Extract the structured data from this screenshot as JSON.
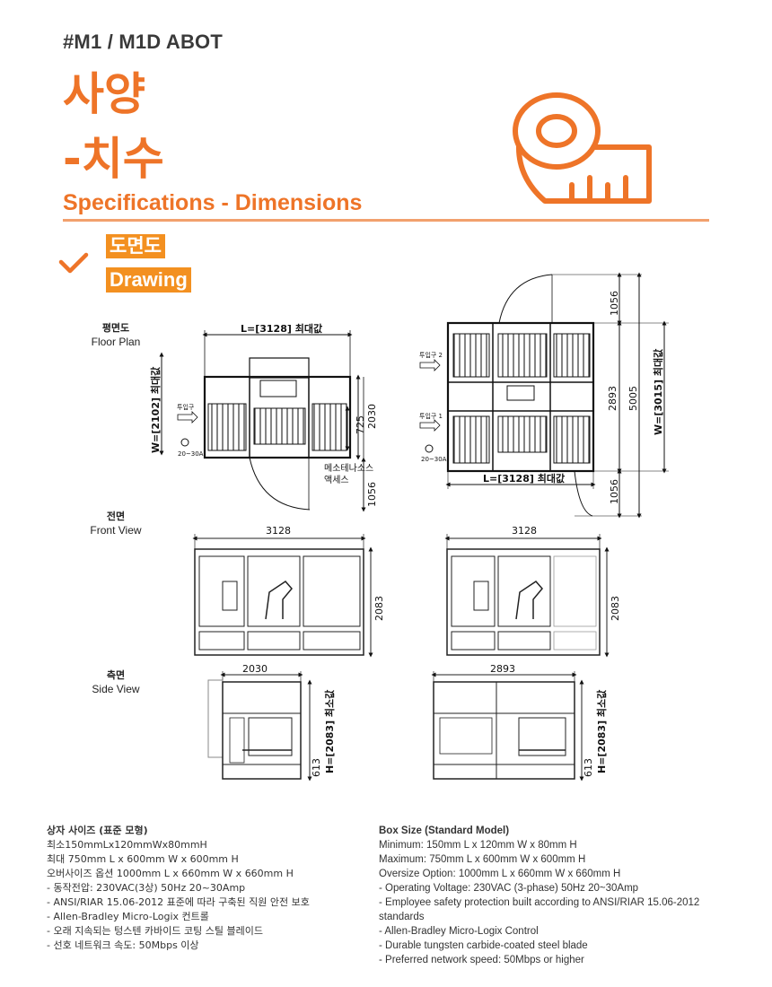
{
  "header": {
    "model": "#M1 / M1D ABOT",
    "title_line1": "사양",
    "title_line2": "-치수",
    "subtitle": "Specifications - Dimensions"
  },
  "section": {
    "tag_kr": "도면도",
    "tag_en": "Drawing"
  },
  "views": {
    "floor": {
      "kr": "평면도",
      "en": "Floor Plan"
    },
    "front": {
      "kr": "전면",
      "en": "Front View"
    },
    "side": {
      "kr": "측면",
      "en": "Side View"
    }
  },
  "floor_left": {
    "length": "L=[3128] 최대값",
    "width": "W=[2102] 최대값",
    "depth": "2030",
    "inner": "725",
    "bottom": "1056",
    "inlet": "투입구",
    "power": "20~30A",
    "access1": "메소테나소스",
    "access2": "액세스"
  },
  "floor_right": {
    "top": "1056",
    "depth": "2893",
    "total": "5005",
    "width": "W=[3015] 최대값",
    "bottom": "1056",
    "length": "L=[3128] 최대값",
    "inlet2": "투입구 2",
    "inlet1": "투입구 1",
    "power": "20~30A"
  },
  "front_left": {
    "width": "3128",
    "height": "2083"
  },
  "front_right": {
    "width": "3128",
    "height": "2083"
  },
  "side_left": {
    "width": "2030",
    "height": "H=[2083] 최소값",
    "low": "613"
  },
  "side_right": {
    "width": "2893",
    "height": "H=[2083] 최소값",
    "low": "613"
  },
  "box_kr": {
    "heading": "상자 사이즈 (표준 모형)",
    "lines": [
      "최소150mmLx120mmWx80mmH",
      "최대 750mm L x 600mm W x 600mm H",
      "오버사이즈 옵션 1000mm L x 660mm W x 660mm H",
      "- 동작전압: 230VAC(3상) 50Hz 20~30Amp",
      "- ANSI/RIAR 15.06-2012 표준에 따라 구축된 직원 안전 보호",
      "- Allen-Bradley Micro-Logix 컨트롤",
      "- 오래 지속되는 텅스텐 카바이드 코팅 스틸 블레이드",
      "- 선호 네트워크 속도: 50Mbps 이상"
    ]
  },
  "box_en": {
    "heading": "Box Size (Standard Model)",
    "lines": [
      "Minimum: 150mm L x 120mm W x 80mm H",
      "Maximum: 750mm L x 600mm W x 600mm H",
      "Oversize Option: 1000mm L x 660mm W x 660mm H",
      "- Operating Voltage: 230VAC (3-phase) 50Hz 20~30Amp",
      "- Employee safety protection built according to ANSI/RIAR 15.06-2012 standards",
      "- Allen-Bradley Micro-Logix Control",
      "- Durable tungsten carbide-coated steel blade",
      "- Preferred network speed: 50Mbps or higher"
    ]
  },
  "colors": {
    "accent": "#ee7428",
    "tag_bg": "#f39020",
    "rule": "#f2a06d"
  },
  "icons": [
    "tape-measure-icon",
    "check-icon"
  ]
}
